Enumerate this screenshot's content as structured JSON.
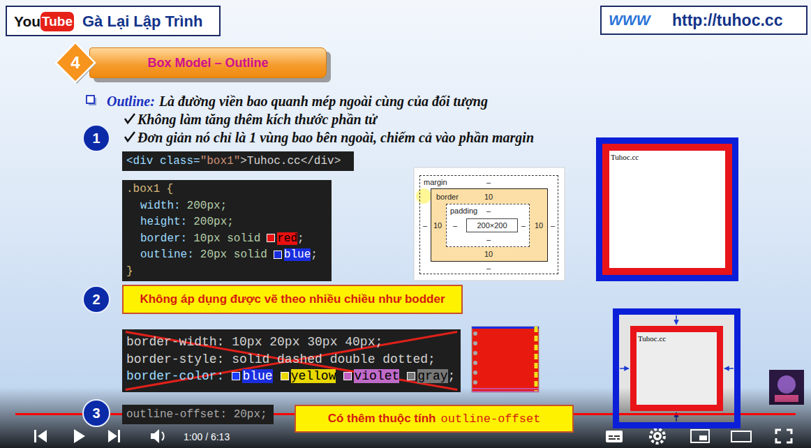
{
  "diagram": {
    "nodes": [
      {
        "text": [
          "You",
          "Gà Lại Lập Trình"
        ]
      },
      {
        "text": [
          "Tube"
        ],
        "in": 0
      },
      {
        "text": [
          "WWW",
          "http://tuhoc.cc"
        ]
      },
      {
        "text": [
          "4"
        ]
      },
      {
        "text": [
          "Box Model – Outline"
        ]
      },
      {
        "text": [
          "1"
        ]
      },
      {
        "text": [
          "<div class=",
          "\"box1\"",
          ">Tuhoc.cc</div>"
        ]
      },
      {
        "text": [
          ".box1 {",
          "width:",
          "200px;",
          "height:",
          "200px;",
          "border:",
          "10px solid",
          "red",
          ";",
          "outline:",
          "20px solid",
          "blue",
          ";",
          "}"
        ]
      },
      {
        "text": [
          "margin",
          "–",
          "–",
          "–",
          "–"
        ]
      },
      {
        "text": [
          "border",
          "10",
          "10",
          "10",
          "10"
        ],
        "in": 8
      },
      {
        "text": [
          "padding",
          "–",
          "–",
          "–",
          "–"
        ],
        "in": 9
      },
      {
        "text": [
          "200×200"
        ],
        "in": 10
      },
      {
        "text": [
          "Tuhoc.cc"
        ]
      },
      {
        "text": [
          "2"
        ]
      },
      {
        "text": [
          "Không áp dụng được vẽ theo nhiều chiều như bodder"
        ]
      },
      {
        "text": [
          "border-width: 10px 20px 30px 40px;",
          "border-style: solid dashed double dotted;",
          "border-color:",
          "blue",
          "yellow",
          "violet",
          "gray",
          ";"
        ]
      },
      {
        "text": [
          "Tuhoc.cc"
        ]
      },
      {
        "text": [
          "3"
        ]
      },
      {
        "text": [
          "outline-offset: 20px;"
        ]
      },
      {
        "text": [
          "Có thêm thuộc tính",
          "outline-offset"
        ]
      }
    ],
    "labels": [
      "Outline:",
      "Là đường viền bao quanh mép ngoài cùng của đối tượng",
      "Không làm tăng thêm kích thước phần tử",
      "Đơn giản nó chỉ là 1 vùng bao bên ngoài, chiếm cả vào phần margin",
      "1:00 / 6:13"
    ]
  }
}
